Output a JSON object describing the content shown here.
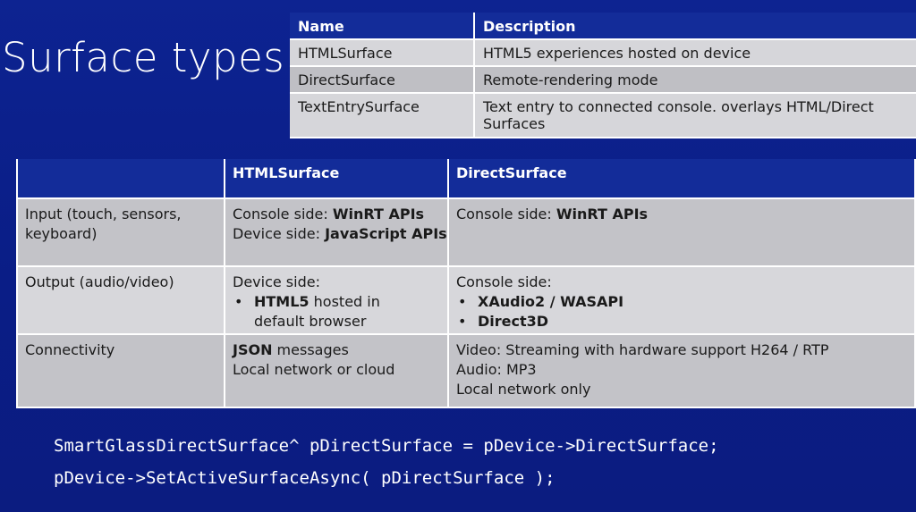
{
  "slide": {
    "title": "Surface types"
  },
  "types_table": {
    "headers": [
      "Name",
      "Description"
    ],
    "rows": [
      [
        "HTMLSurface",
        "HTML5 experiences hosted on device"
      ],
      [
        "DirectSurface",
        "Remote-rendering mode"
      ],
      [
        "TextEntrySurface",
        "Text entry to connected console. overlays HTML/Direct Surfaces"
      ]
    ]
  },
  "compare_table": {
    "headers": [
      "",
      "HTMLSurface",
      "DirectSurface"
    ],
    "input": {
      "label": "Input (touch, sensors, keyboard)",
      "html": {
        "console_prefix": "Console side: ",
        "console_value": "WinRT APIs",
        "device_prefix": "Device side: ",
        "device_value": "JavaScript APIs"
      },
      "direct": {
        "console_prefix": "Console side: ",
        "console_value": "WinRT APIs"
      }
    },
    "output": {
      "label": "Output (audio/video)",
      "html": {
        "intro": "Device side:",
        "bullet_bold": "HTML5",
        "bullet_rest": " hosted in",
        "bullet_cont": "default browser"
      },
      "direct": {
        "intro": "Console side:",
        "bullet1": "XAudio2 / WASAPI",
        "bullet2": "Direct3D"
      }
    },
    "connectivity": {
      "label": "Connectivity",
      "html": {
        "bold": "JSON",
        "rest": " messages",
        "line2": "Local network or cloud"
      },
      "direct": {
        "line1": "Video: Streaming with hardware support H264 / RTP",
        "line2": "Audio: MP3",
        "line3": "Local network only"
      }
    }
  },
  "code": {
    "line1": "SmartGlassDirectSurface^ pDirectSurface = pDevice->DirectSurface;",
    "line2": "pDevice->SetActiveSurfaceAsync( pDirectSurface );"
  }
}
